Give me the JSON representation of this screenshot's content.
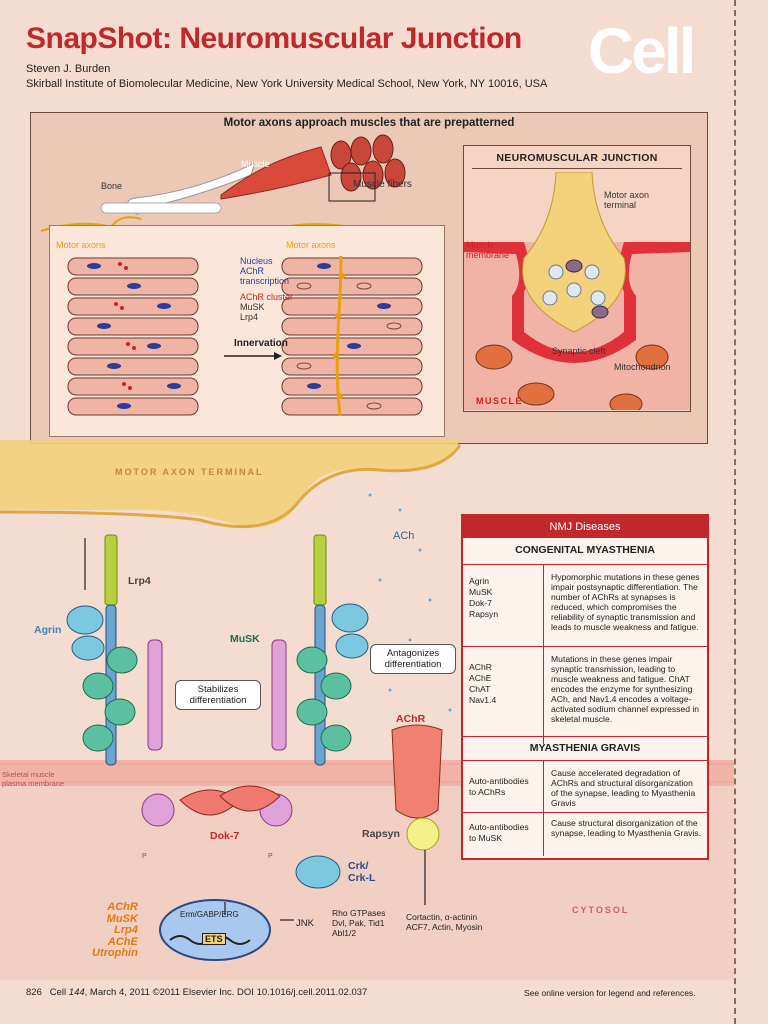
{
  "header": {
    "title": "SnapShot: Neuromuscular Junction",
    "author": "Steven J. Burden",
    "affiliation": "Skirball Institute of Biomolecular Medicine, New York University Medical School, New York, NY 10016, USA",
    "logo": "Cell"
  },
  "top_panel": {
    "title": "Motor axons approach muscles that are prepatterned",
    "labels": {
      "muscle": "Muscle",
      "bone": "Bone",
      "muscle_fibers": "Muscle fibers",
      "motor_axons_left": "Motor axons",
      "motor_axons_right": "Motor axons",
      "nucleus": "Nucleus",
      "achr": "AChR",
      "transcription": "transcription",
      "achr_cluster": "AChR cluster",
      "musk": "MuSK",
      "lrp4": "Lrp4",
      "innervation": "Innervation"
    },
    "nmj": {
      "title": "NEUROMUSCULAR JUNCTION",
      "motor_axon": "Motor axon",
      "terminal": "terminal",
      "muscle_membrane_1": "Muscle",
      "muscle_membrane_2": "membrane",
      "synaptic_cleft": "Synaptic cleft",
      "mitochondrion": "Mitochondrion",
      "muscle": "MUSCLE"
    }
  },
  "main": {
    "motor_axon_terminal": "MOTOR AXON TERMINAL",
    "ach": "ACh",
    "lrp4": "Lrp4",
    "agrin": "Agrin",
    "musk": "MuSK",
    "antagonizes_1": "Antagonizes",
    "antagonizes_2": "differentiation",
    "stabilizes_1": "Stabilizes",
    "stabilizes_2": "differentiation",
    "achr": "AChR",
    "membrane_1": "Skeletal muscle",
    "membrane_2": "plasma membrane",
    "dok7": "Dok-7",
    "rapsyn": "Rapsyn",
    "crk_1": "Crk/",
    "crk_2": "Crk-L",
    "ets_factor": "Erm/GABP/ERG",
    "ets": "ETS",
    "jnk": "JNK",
    "rho_1": "Rho GTPases",
    "rho_2": "Dvl, Pak, Tid1",
    "rho_3": "Abl1/2",
    "cortactin_1": "Cortactin, α-actinin",
    "cortactin_2": "ACF7, Actin, Myosin",
    "cytosol": "CYTOSOL",
    "p": "P",
    "genes": [
      "AChR",
      "MuSK",
      "Lrp4",
      "AChE",
      "Utrophin"
    ]
  },
  "diseases": {
    "header": "NMJ Diseases",
    "congenital": "CONGENITAL MYASTHENIA",
    "row1_genes": [
      "Agrin",
      "MuSK",
      "Dok-7",
      "Rapsyn"
    ],
    "row1_text": "Hypomorphic mutations in these genes impair postsynaptic differentiation. The number of AChRs at synapses is reduced, which compromises the reliability of synaptic transmission and leads to muscle weakness and fatigue.",
    "row2_genes": [
      "AChR",
      "AChE",
      "ChAT",
      "Nav1.4"
    ],
    "row2_text": "Mutations in these genes impair synaptic transmission, leading to muscle weakness and fatigue. ChAT encodes the enzyme for synthesizing ACh, and Nav1.4 encodes a voltage-activated sodium channel expressed in skeletal muscle.",
    "gravis": "MYASTHENIA GRAVIS",
    "row3_label_1": "Auto-antibodies",
    "row3_label_2": "to AChRs",
    "row3_text": "Cause accelerated degradation of AChRs and structural disorganization of the synapse, leading to Myasthenia Gravis",
    "row4_label_1": "Auto-antibodies",
    "row4_label_2": "to MuSK",
    "row4_text": "Cause structural disorganization of the synapse, leading to Myasthenia Gravis."
  },
  "footer": {
    "page": "826",
    "journal": "Cell",
    "volume": "144",
    "citation_rest": ", March 4, 2011 ©2011 Elsevier Inc.   DOI 10.1016/j.cell.2011.02.037",
    "online": "See online version for legend and references."
  },
  "colors": {
    "title_red": "#c0282b",
    "background": "#f4ddd0",
    "axon_yellow": "#f0c74a",
    "musk_teal": "#5bc0a0",
    "lrp4_green": "#a8c63a",
    "achr_red": "#f08070"
  }
}
